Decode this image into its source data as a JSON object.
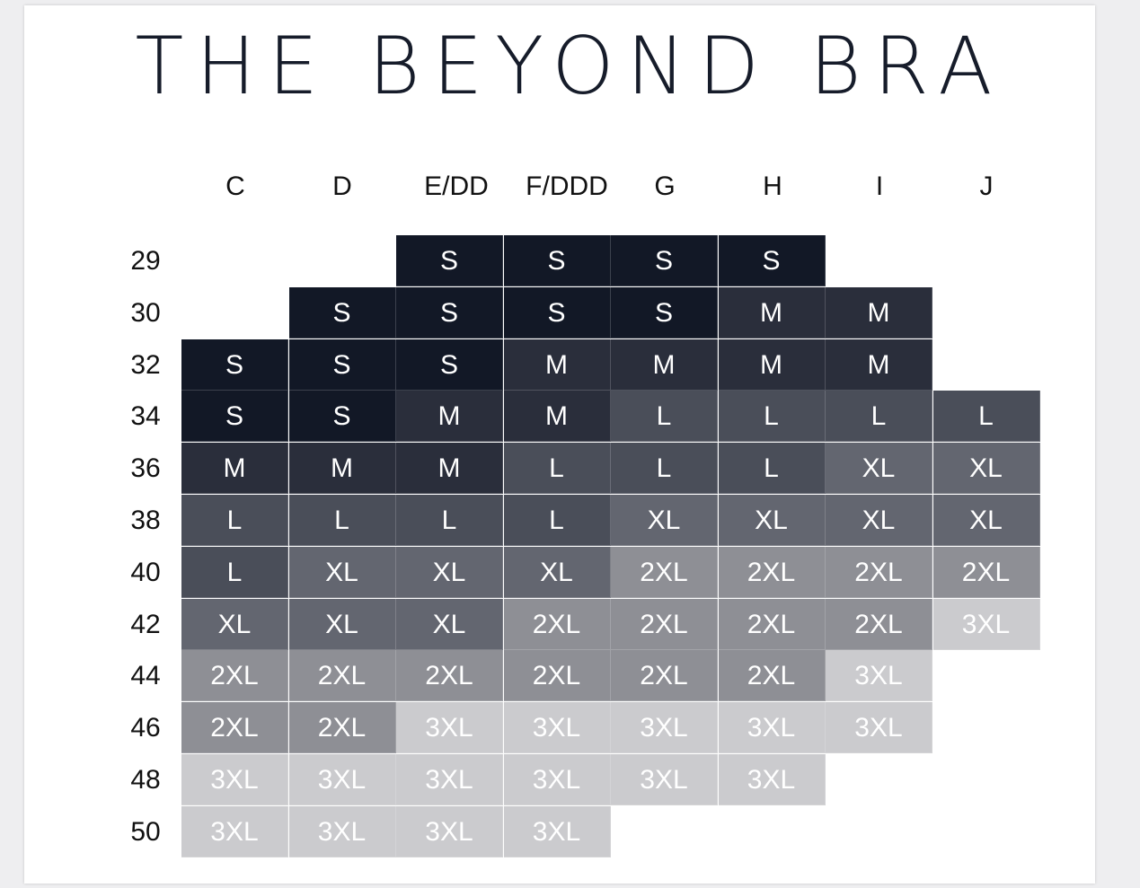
{
  "title": "THE BEYOND BRA",
  "cup_sizes": [
    "C",
    "D",
    "E/DD",
    "F/DDD",
    "G",
    "H",
    "I",
    "J"
  ],
  "band_sizes": [
    "29",
    "30",
    "32",
    "34",
    "36",
    "38",
    "40",
    "42",
    "44",
    "46",
    "48",
    "50"
  ],
  "size_colors": {
    "S": "#121826",
    "M": "#2a2e3b",
    "L": "#4a4e59",
    "XL": "#636670",
    "2XL": "#8e8f95",
    "3XL": "#cbcbce"
  },
  "chart_data": {
    "type": "table",
    "title": "THE BEYOND BRA",
    "columns": [
      "C",
      "D",
      "E/DD",
      "F/DDD",
      "G",
      "H",
      "I",
      "J"
    ],
    "rows": [
      {
        "band": "29",
        "sizes": [
          null,
          null,
          "S",
          "S",
          "S",
          "S",
          null,
          null
        ]
      },
      {
        "band": "30",
        "sizes": [
          null,
          "S",
          "S",
          "S",
          "S",
          "M",
          "M",
          null
        ]
      },
      {
        "band": "32",
        "sizes": [
          "S",
          "S",
          "S",
          "M",
          "M",
          "M",
          "M",
          null
        ]
      },
      {
        "band": "34",
        "sizes": [
          "S",
          "S",
          "M",
          "M",
          "L",
          "L",
          "L",
          "L"
        ]
      },
      {
        "band": "36",
        "sizes": [
          "M",
          "M",
          "M",
          "L",
          "L",
          "L",
          "XL",
          "XL"
        ]
      },
      {
        "band": "38",
        "sizes": [
          "L",
          "L",
          "L",
          "L",
          "XL",
          "XL",
          "XL",
          "XL"
        ]
      },
      {
        "band": "40",
        "sizes": [
          "L",
          "XL",
          "XL",
          "XL",
          "2XL",
          "2XL",
          "2XL",
          "2XL"
        ]
      },
      {
        "band": "42",
        "sizes": [
          "XL",
          "XL",
          "XL",
          "2XL",
          "2XL",
          "2XL",
          "2XL",
          "3XL"
        ]
      },
      {
        "band": "44",
        "sizes": [
          "2XL",
          "2XL",
          "2XL",
          "2XL",
          "2XL",
          "2XL",
          "3XL",
          null
        ]
      },
      {
        "band": "46",
        "sizes": [
          "2XL",
          "2XL",
          "3XL",
          "3XL",
          "3XL",
          "3XL",
          "3XL",
          null
        ]
      },
      {
        "band": "48",
        "sizes": [
          "3XL",
          "3XL",
          "3XL",
          "3XL",
          "3XL",
          "3XL",
          null,
          null
        ]
      },
      {
        "band": "50",
        "sizes": [
          "3XL",
          "3XL",
          "3XL",
          "3XL",
          null,
          null,
          null,
          null
        ]
      }
    ]
  }
}
